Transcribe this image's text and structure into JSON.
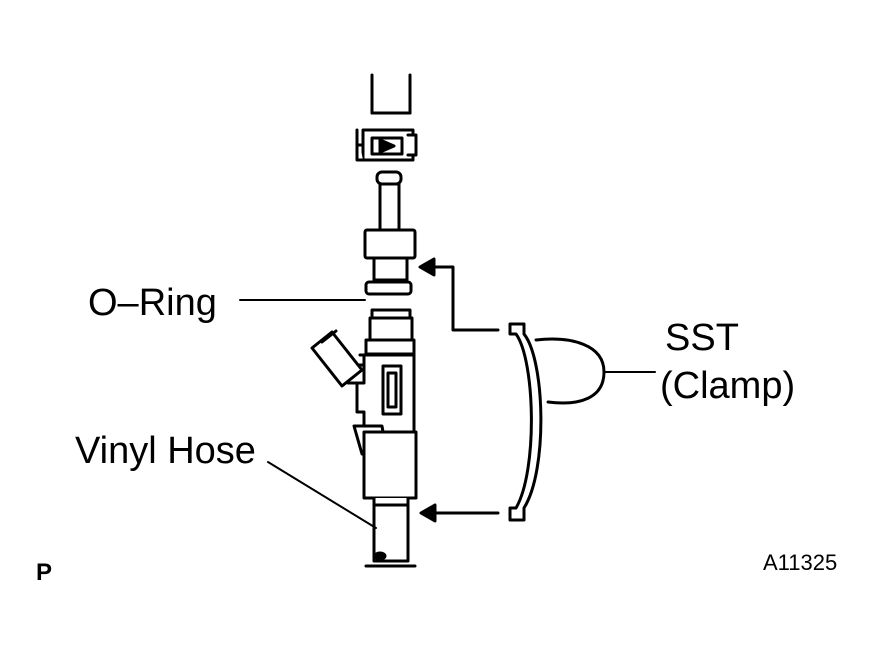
{
  "labels": {
    "o_ring": "O–Ring",
    "sst_line1": "SST",
    "sst_line2": "(Clamp)",
    "vinyl_hose": "Vinyl Hose",
    "corner_mark": "P",
    "figure_code": "A11325"
  },
  "colors": {
    "ink": "#000000",
    "paper": "#ffffff"
  }
}
